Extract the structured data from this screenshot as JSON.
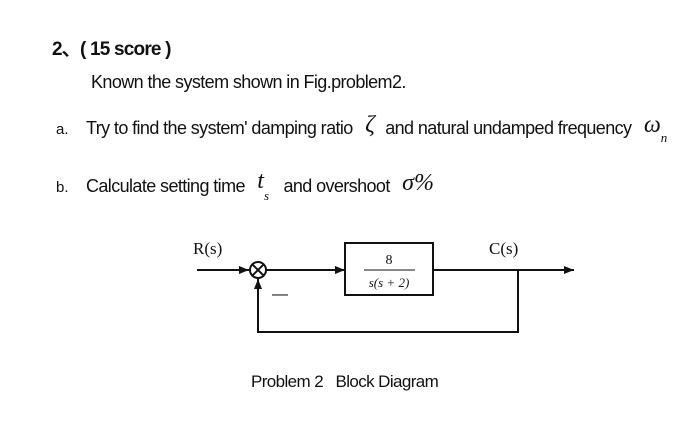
{
  "problem": {
    "heading": "2、( 15 score )",
    "intro": "Known the system shown in Fig.problem2.",
    "items": [
      {
        "marker": "a.",
        "text_before": "Try to find the system' damping ratio",
        "symbol_1": "ζ",
        "text_middle": "and natural undamped frequency",
        "symbol_2": "ω",
        "symbol_2_sub": "n"
      },
      {
        "marker": "b.",
        "text_before": "Calculate setting time",
        "symbol_1": "t",
        "symbol_1_sub": "s",
        "text_middle": "and overshoot",
        "symbol_2": "σ%"
      }
    ]
  },
  "diagram": {
    "input_label": "R(s)",
    "output_label": "C(s)",
    "tf_numerator": "8",
    "tf_denominator": "s(s + 2)",
    "feedback_sign": "—",
    "caption": "Problem 2   Block Diagram"
  },
  "colors": {
    "ink": "#111111",
    "background": "#ffffff"
  }
}
